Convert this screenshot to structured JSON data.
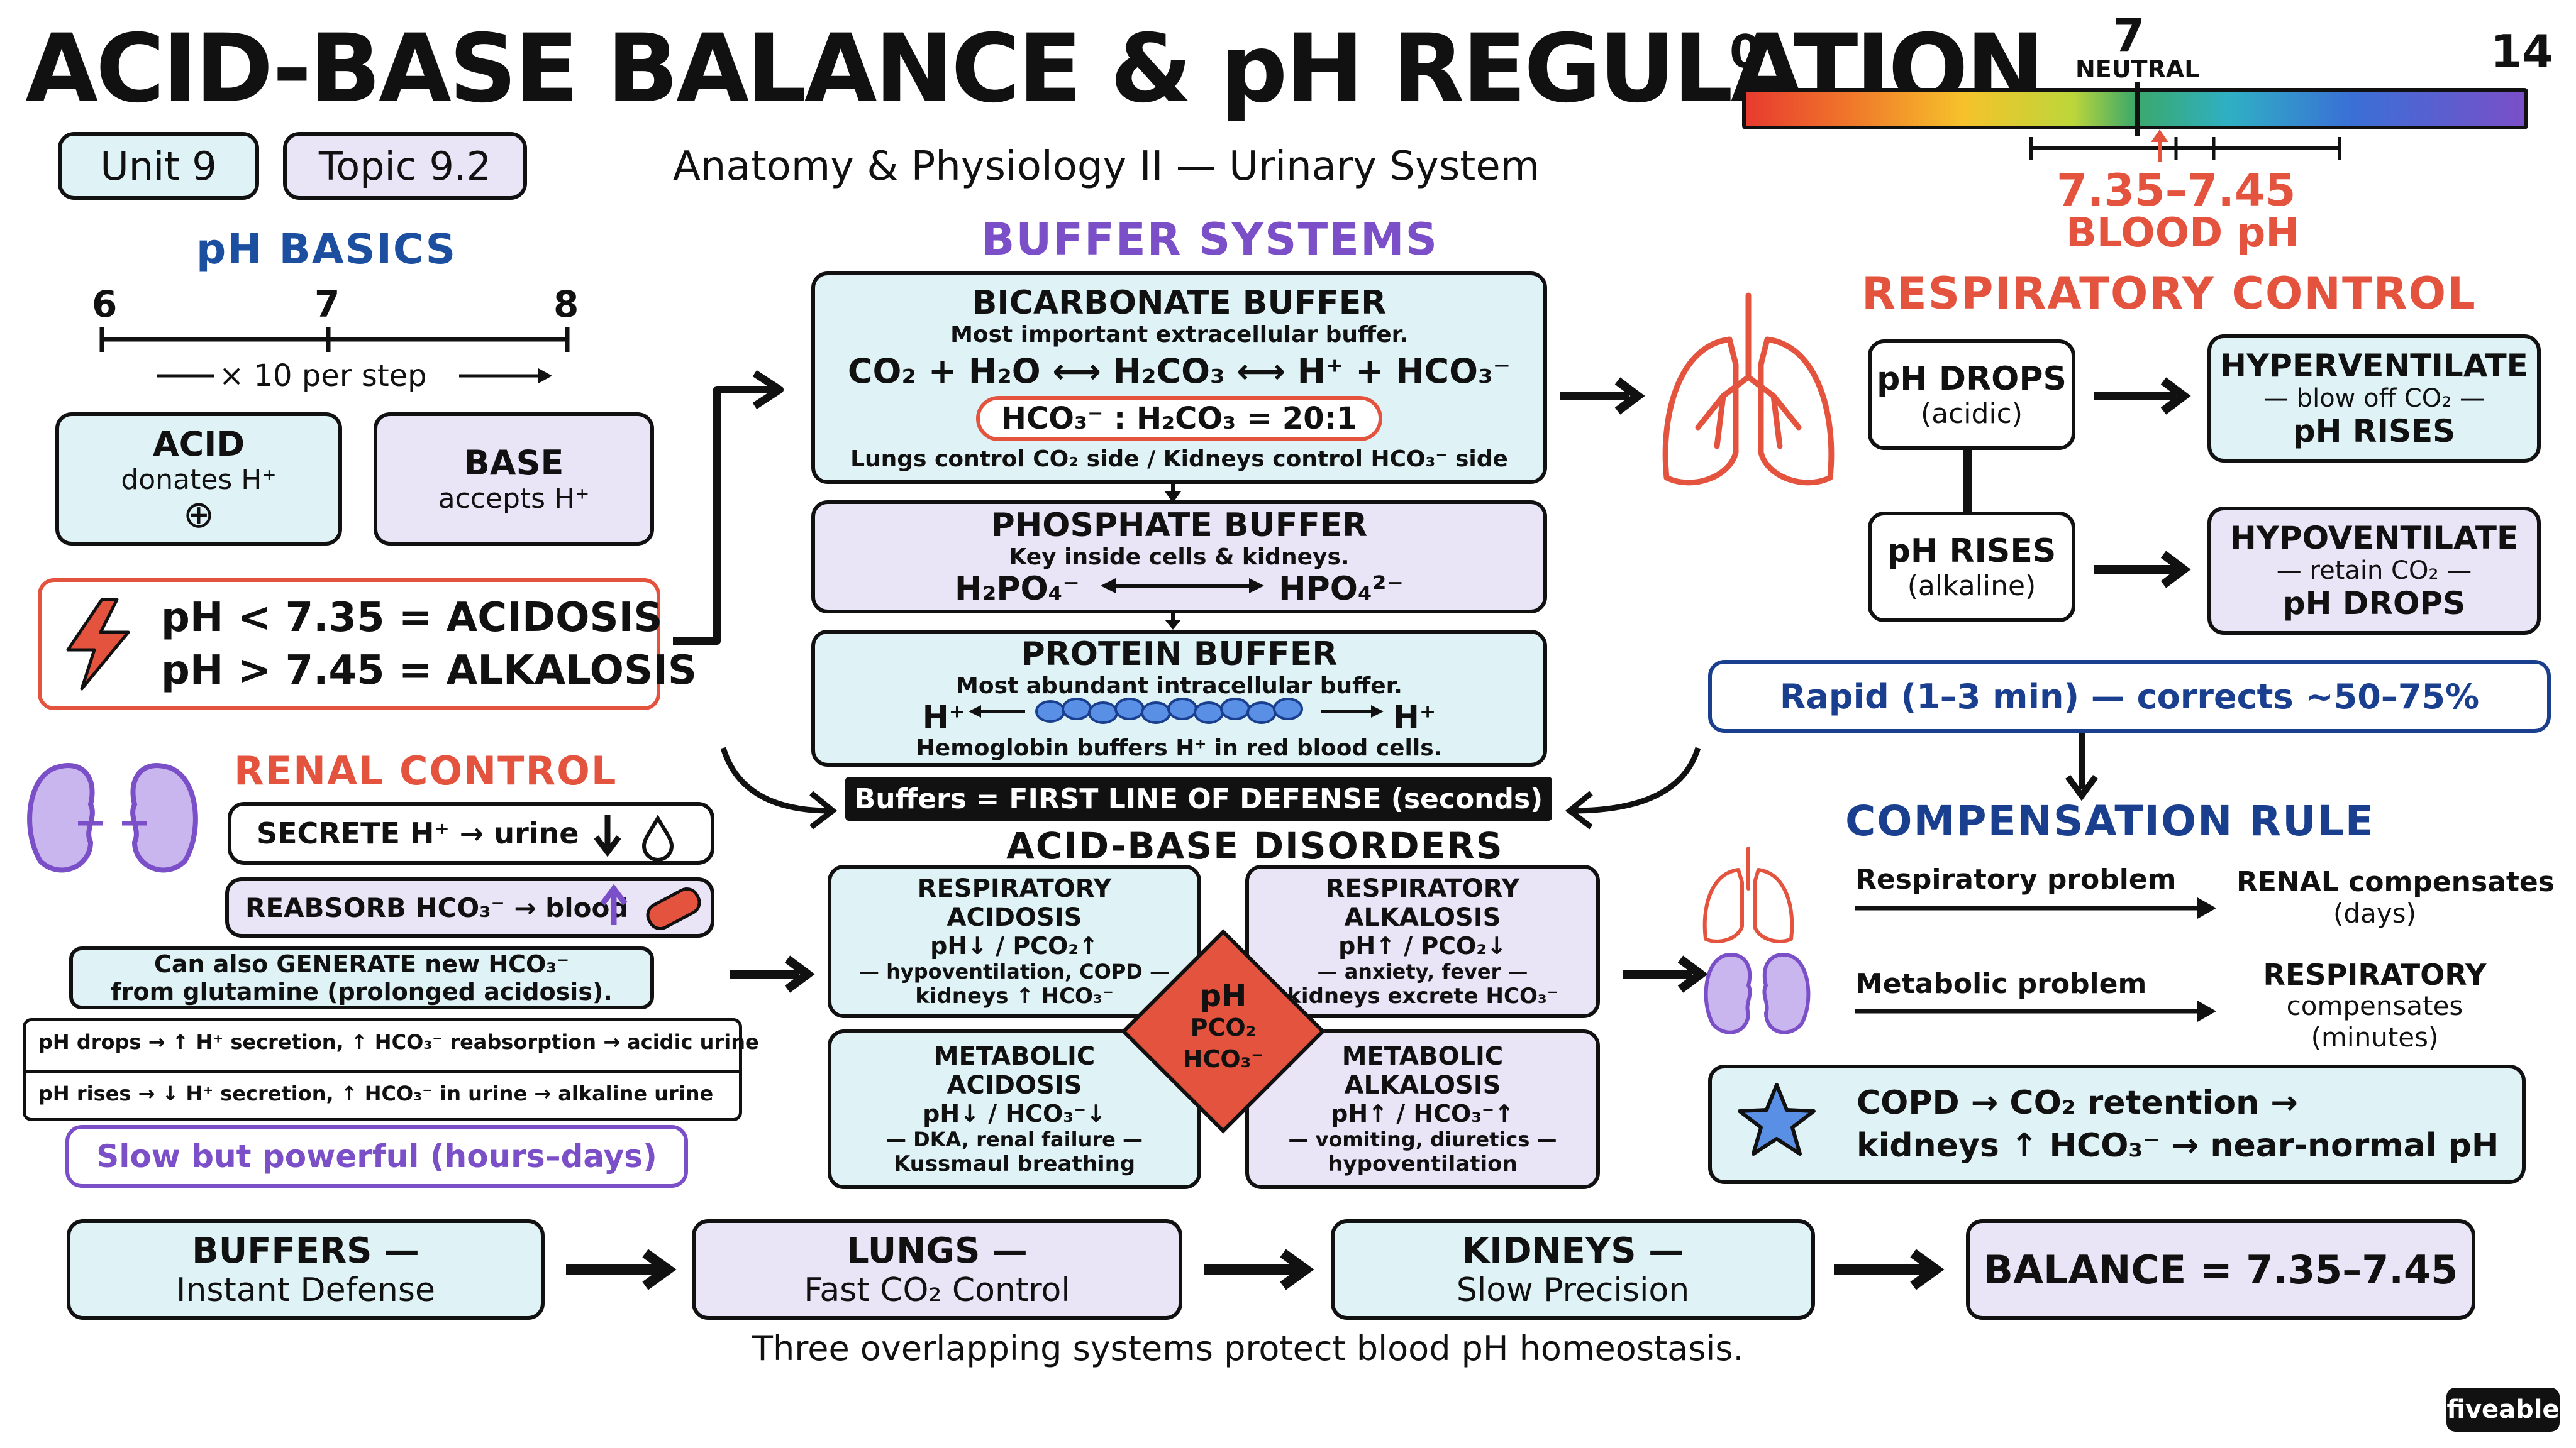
{
  "header": {
    "title": "ACID-BASE BALANCE & pH REGULATION",
    "unit": "Unit 9",
    "topic": "Topic 9.2",
    "subtitle": "Anatomy & Physiology II — Urinary System"
  },
  "ph_scale": {
    "min": "0",
    "mid": "7",
    "max": "14",
    "neutral": "NEUTRAL",
    "blood_range": "7.35–7.45",
    "blood_label": "BLOOD pH",
    "blood_low": 7.35,
    "blood_high": 7.45
  },
  "ph_basics": {
    "title": "pH BASICS",
    "ticks": [
      "6",
      "7",
      "8"
    ],
    "per_step": "× 10 per step",
    "acid_title": "ACID",
    "acid_text": "donates H⁺",
    "acid_sym": "⊕",
    "base_title": "BASE",
    "base_text": "accepts H⁺",
    "acidosis": "pH < 7.35 = ACIDOSIS",
    "alkalosis": "pH > 7.45 = ALKALOSIS"
  },
  "buffers": {
    "title": "BUFFER SYSTEMS",
    "bicarb_title": "BICARBONATE BUFFER",
    "bicarb_sub": "Most important extracellular buffer.",
    "bicarb_eq": "CO₂ + H₂O ⟷ H₂CO₃ ⟷ H⁺ + HCO₃⁻",
    "bicarb_ratio": "HCO₃⁻ : H₂CO₃ = 20:1",
    "bicarb_note": "Lungs control CO₂ side / Kidneys control HCO₃⁻ side",
    "phos_title": "PHOSPHATE BUFFER",
    "phos_sub": "Key inside cells & kidneys.",
    "phos_left": "H₂PO₄⁻",
    "phos_right": "HPO₄²⁻",
    "prot_title": "PROTEIN BUFFER",
    "prot_sub": "Most abundant intracellular buffer.",
    "prot_h": "H⁺",
    "prot_note": "Hemoglobin buffers H⁺ in red blood cells.",
    "first_line": "Buffers = FIRST LINE OF DEFENSE (seconds)"
  },
  "respiratory": {
    "title": "RESPIRATORY CONTROL",
    "drops": "pH DROPS",
    "drops_sub": "(acidic)",
    "rises": "pH RISES",
    "rises_sub": "(alkaline)",
    "hyper_title": "HYPERVENTILATE",
    "hyper_sub": "— blow off CO₂ —",
    "hyper_res": "pH RISES",
    "hypo_title": "HYPOVENTILATE",
    "hypo_sub": "— retain CO₂ —",
    "hypo_res": "pH DROPS",
    "rapid": "Rapid (1–3 min) — corrects ~50–75%"
  },
  "renal": {
    "title": "RENAL CONTROL",
    "secrete": "SECRETE H⁺ → urine",
    "reabsorb": "REABSORB HCO₃⁻ → blood",
    "generate1": "Can also GENERATE new HCO₃⁻",
    "generate2": "from glutamine (prolonged acidosis).",
    "row1": "pH drops → ↑ H⁺ secretion, ↑ HCO₃⁻ reabsorption → acidic urine",
    "row2": "pH rises → ↓ H⁺ secretion, ↑ HCO₃⁻ in urine → alkaline urine",
    "slow": "Slow but powerful (hours–days)"
  },
  "disorders": {
    "title": "ACID-BASE DISORDERS",
    "ra_title": "RESPIRATORY ACIDOSIS",
    "ra_1": "pH↓ / PCO₂↑",
    "ra_2": "— hypoventilation, COPD —",
    "ra_3": "kidneys ↑ HCO₃⁻",
    "ral_title": "RESPIRATORY ALKALOSIS",
    "ral_1": "pH↑ / PCO₂↓",
    "ral_2": "— anxiety, fever —",
    "ral_3": "kidneys excrete HCO₃⁻",
    "ma_title": "METABOLIC ACIDOSIS",
    "ma_1": "pH↓ / HCO₃⁻↓",
    "ma_2": "— DKA, renal failure —",
    "ma_3": "Kussmaul breathing",
    "mal_title": "METABOLIC ALKALOSIS",
    "mal_1": "pH↑ / HCO₃⁻↑",
    "mal_2": "— vomiting, diuretics —",
    "mal_3": "hypoventilation",
    "diamond_1": "pH",
    "diamond_2": "PCO₂",
    "diamond_3": "HCO₃⁻"
  },
  "compensation": {
    "title": "COMPENSATION RULE",
    "resp_problem": "Respiratory problem",
    "renal_comp": "RENAL compensates",
    "renal_days": "(days)",
    "meta_problem": "Metabolic problem",
    "resp_comp": "RESPIRATORY",
    "resp_comp2": "compensates",
    "resp_min": "(minutes)",
    "copd1": "COPD → CO₂ retention →",
    "copd2": "kidneys ↑ HCO₃⁻ → near-normal pH"
  },
  "summary": {
    "buffers": "BUFFERS —",
    "buffers_sub": "Instant Defense",
    "lungs": "LUNGS —",
    "lungs_sub": "Fast CO₂ Control",
    "kidneys": "KIDNEYS —",
    "kidneys_sub": "Slow Precision",
    "balance": "BALANCE = 7.35–7.45",
    "footer": "Three overlapping systems protect blood pH homeostasis."
  },
  "brand": "fiveable",
  "colors": {
    "cyan": "#dff3f6",
    "lavender": "#e9e5f6",
    "red": "#e4533e",
    "purple": "#7a4fc8",
    "navy": "#1a3f8f",
    "blue": "#1d4fa0"
  }
}
